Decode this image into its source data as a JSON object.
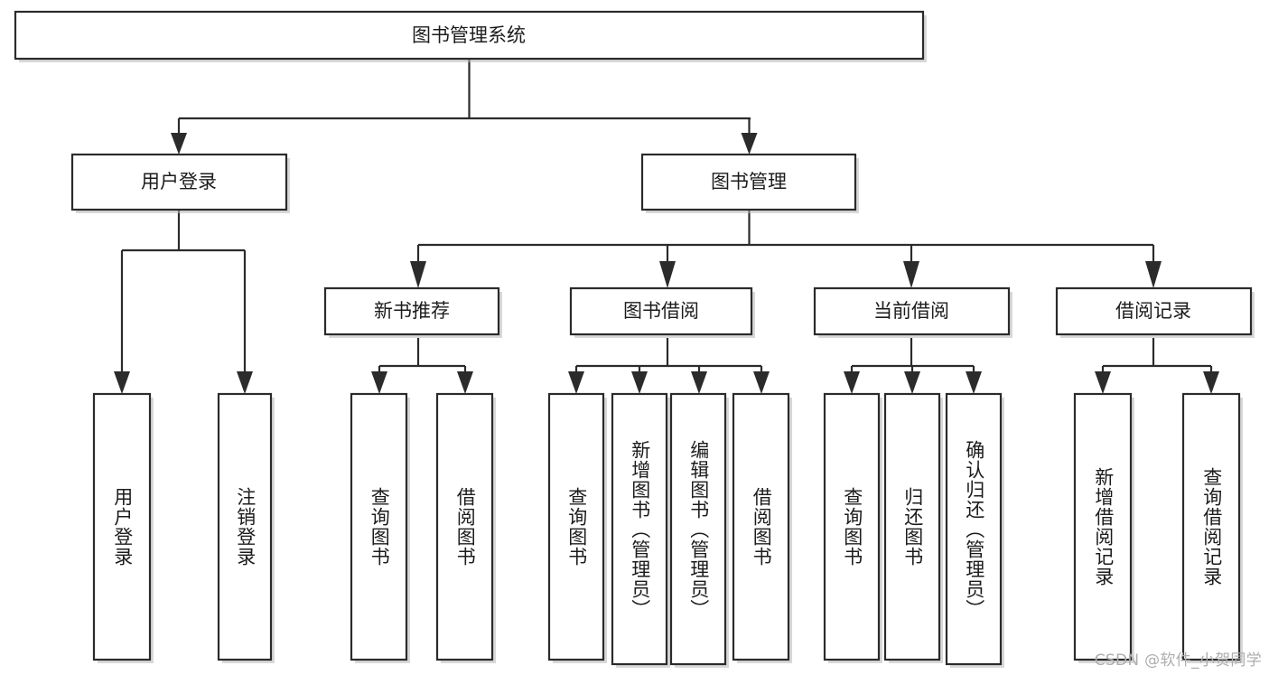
{
  "diagram": {
    "type": "tree",
    "title": "图书管理系统",
    "root": {
      "id": "root",
      "label": "图书管理系统",
      "orientation": "horizontal"
    },
    "level2": [
      {
        "id": "user-login",
        "label": "用户登录",
        "orientation": "horizontal"
      },
      {
        "id": "book-management",
        "label": "图书管理",
        "orientation": "horizontal"
      }
    ],
    "level3": [
      {
        "id": "new-book-recommend",
        "label": "新书推荐",
        "orientation": "horizontal",
        "parent": "book-management"
      },
      {
        "id": "book-borrow",
        "label": "图书借阅",
        "orientation": "horizontal",
        "parent": "book-management"
      },
      {
        "id": "current-borrow",
        "label": "当前借阅",
        "orientation": "horizontal",
        "parent": "book-management"
      },
      {
        "id": "borrow-record",
        "label": "借阅记录",
        "orientation": "horizontal",
        "parent": "book-management"
      }
    ],
    "leaves": [
      {
        "id": "leaf-user-login",
        "label": "用户登录",
        "orientation": "vertical",
        "parent": "user-login"
      },
      {
        "id": "leaf-logout",
        "label": "注销登录",
        "orientation": "vertical",
        "parent": "user-login"
      },
      {
        "id": "leaf-query-book-1",
        "label": "查询图书",
        "orientation": "vertical",
        "parent": "new-book-recommend"
      },
      {
        "id": "leaf-borrow-book-1",
        "label": "借阅图书",
        "orientation": "vertical",
        "parent": "new-book-recommend"
      },
      {
        "id": "leaf-query-book-2",
        "label": "查询图书",
        "orientation": "vertical",
        "parent": "book-borrow"
      },
      {
        "id": "leaf-add-book",
        "label": "新增图书（管理员）",
        "orientation": "vertical",
        "parent": "book-borrow"
      },
      {
        "id": "leaf-edit-book",
        "label": "编辑图书（管理员）",
        "orientation": "vertical",
        "parent": "book-borrow"
      },
      {
        "id": "leaf-borrow-book-2",
        "label": "借阅图书",
        "orientation": "vertical",
        "parent": "book-borrow"
      },
      {
        "id": "leaf-query-book-3",
        "label": "查询图书",
        "orientation": "vertical",
        "parent": "current-borrow"
      },
      {
        "id": "leaf-return-book",
        "label": "归还图书",
        "orientation": "vertical",
        "parent": "current-borrow"
      },
      {
        "id": "leaf-confirm-return",
        "label": "确认归还（管理员）",
        "orientation": "vertical",
        "parent": "current-borrow"
      },
      {
        "id": "leaf-add-record",
        "label": "新增借阅记录",
        "orientation": "vertical",
        "parent": "borrow-record"
      },
      {
        "id": "leaf-query-record",
        "label": "查询借阅记录",
        "orientation": "vertical",
        "parent": "borrow-record"
      }
    ]
  },
  "watermark": {
    "text": "CSDN @软件_小贺同学"
  },
  "colors": {
    "stroke": "#2b2b2b",
    "fill": "#ffffff",
    "text": "#1c1c1c",
    "watermark": "#adadad",
    "background": "#ffffff"
  }
}
